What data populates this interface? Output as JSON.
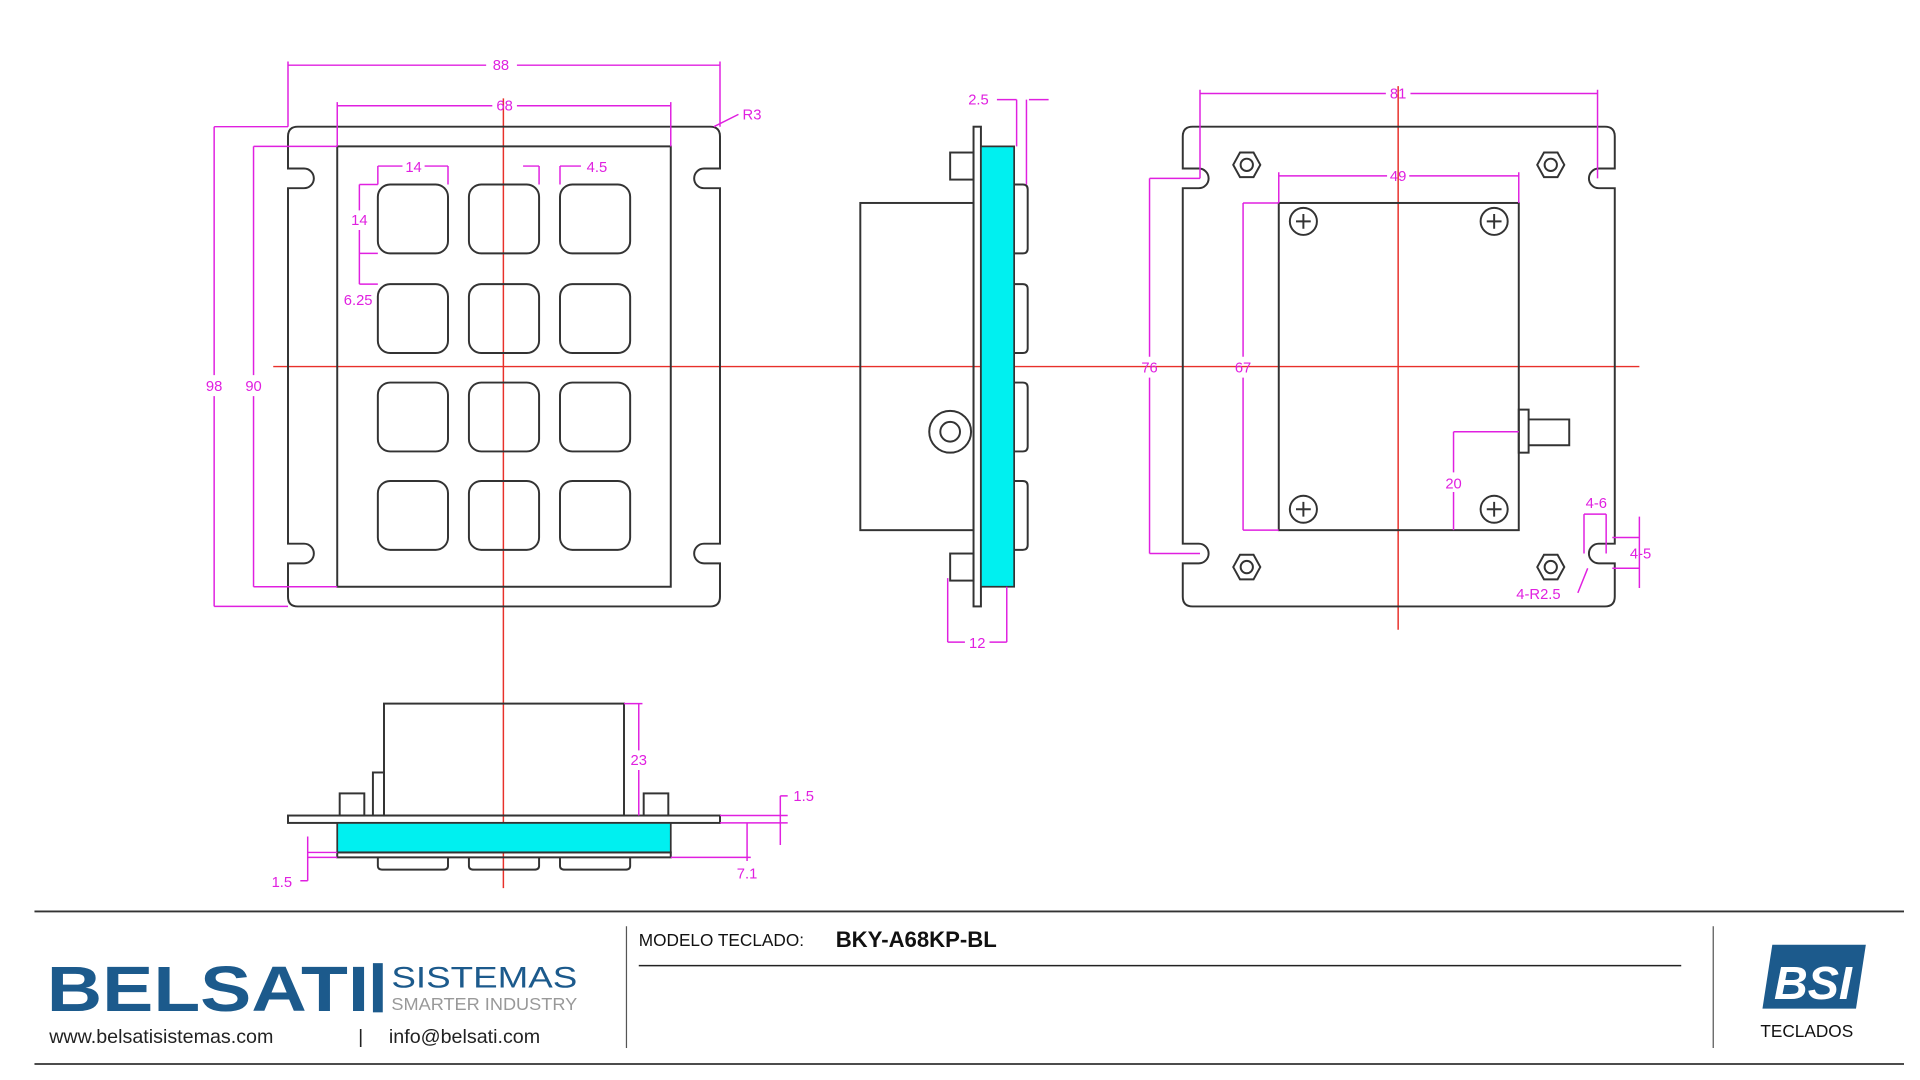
{
  "dimensions": {
    "front": {
      "w88": "88",
      "w68": "68",
      "r3": "R3",
      "h98": "98",
      "h90": "90",
      "key_w": "14",
      "key_gap": "4.5",
      "key_h": "14",
      "row_gap": "6.25"
    },
    "side": {
      "d25": "2.5",
      "d12": "12"
    },
    "back": {
      "w81": "81",
      "w49": "49",
      "h76": "76",
      "h67": "67",
      "h20": "20",
      "s46": "4-6",
      "s45": "4-5",
      "r25": "4-R2.5"
    },
    "bottom": {
      "h23": "23",
      "t15a": "1.5",
      "t71": "7.1",
      "t15b": "1.5"
    }
  },
  "footer": {
    "brand": "BELSATI",
    "brand_sub": "SISTEMAS",
    "tagline": "SMARTER INDUSTRY",
    "website": "www.belsatisistemas.com",
    "separator": "|",
    "email": "info@belsati.com",
    "model_label": "MODELO TECLADO:",
    "model_value": "BKY-A68KP-BL",
    "logo_text": "BSI",
    "category": "TECLADOS"
  },
  "colors": {
    "brand": "#1c5a8c",
    "dimension": "#e020e0",
    "center": "#e8302a",
    "cyan": "#00f0f0"
  }
}
